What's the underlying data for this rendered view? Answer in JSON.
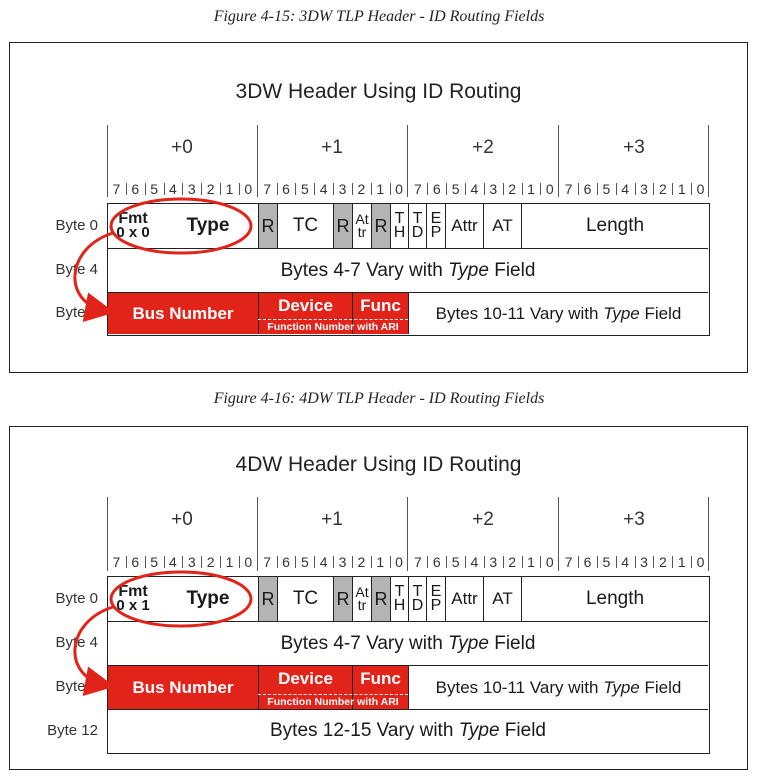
{
  "fig1": {
    "caption": "Figure 4-15: 3DW TLP Header - ID Routing Fields",
    "title": "3DW Header Using ID Routing",
    "fmt_value": "0 x 0"
  },
  "fig2": {
    "caption": "Figure 4-16: 4DW TLP Header - ID Routing Fields",
    "title": "4DW Header Using ID Routing",
    "fmt_value": "0 x 1",
    "row12_text": "Bytes 12-15 Vary with ",
    "row12_italic": "Type",
    "row12_suffix": " Field"
  },
  "byte_groups": [
    "+0",
    "+1",
    "+2",
    "+3"
  ],
  "bits": [
    "7",
    "6",
    "5",
    "4",
    "3",
    "2",
    "1",
    "0"
  ],
  "row_labels": {
    "byte0": "Byte 0",
    "byte4": "Byte 4",
    "byte8": "Byte 8",
    "byte12": "Byte 12"
  },
  "fields": {
    "fmt": "Fmt",
    "type": "Type",
    "r": "R",
    "tc": "TC",
    "attr_top": "At",
    "attr_bottom": "tr",
    "th_top": "T",
    "th_bottom": "H",
    "td_top": "T",
    "td_bottom": "D",
    "ep_top": "E",
    "ep_bottom": "P",
    "attr": "Attr",
    "at": "AT",
    "length": "Length",
    "row4_text": "Bytes 4-7 Vary with ",
    "row4_italic": "Type",
    "row4_suffix": " Field",
    "bus_number": "Bus Number",
    "device": "Device",
    "func": "Func",
    "func_ari": "Function Number with ARI",
    "row8_text": "Bytes 10-11 Vary with ",
    "row8_italic": "Type",
    "row8_suffix": " Field"
  },
  "colors": {
    "red": "#e2231a",
    "gray": "#b4b4b4",
    "border": "#222222"
  }
}
